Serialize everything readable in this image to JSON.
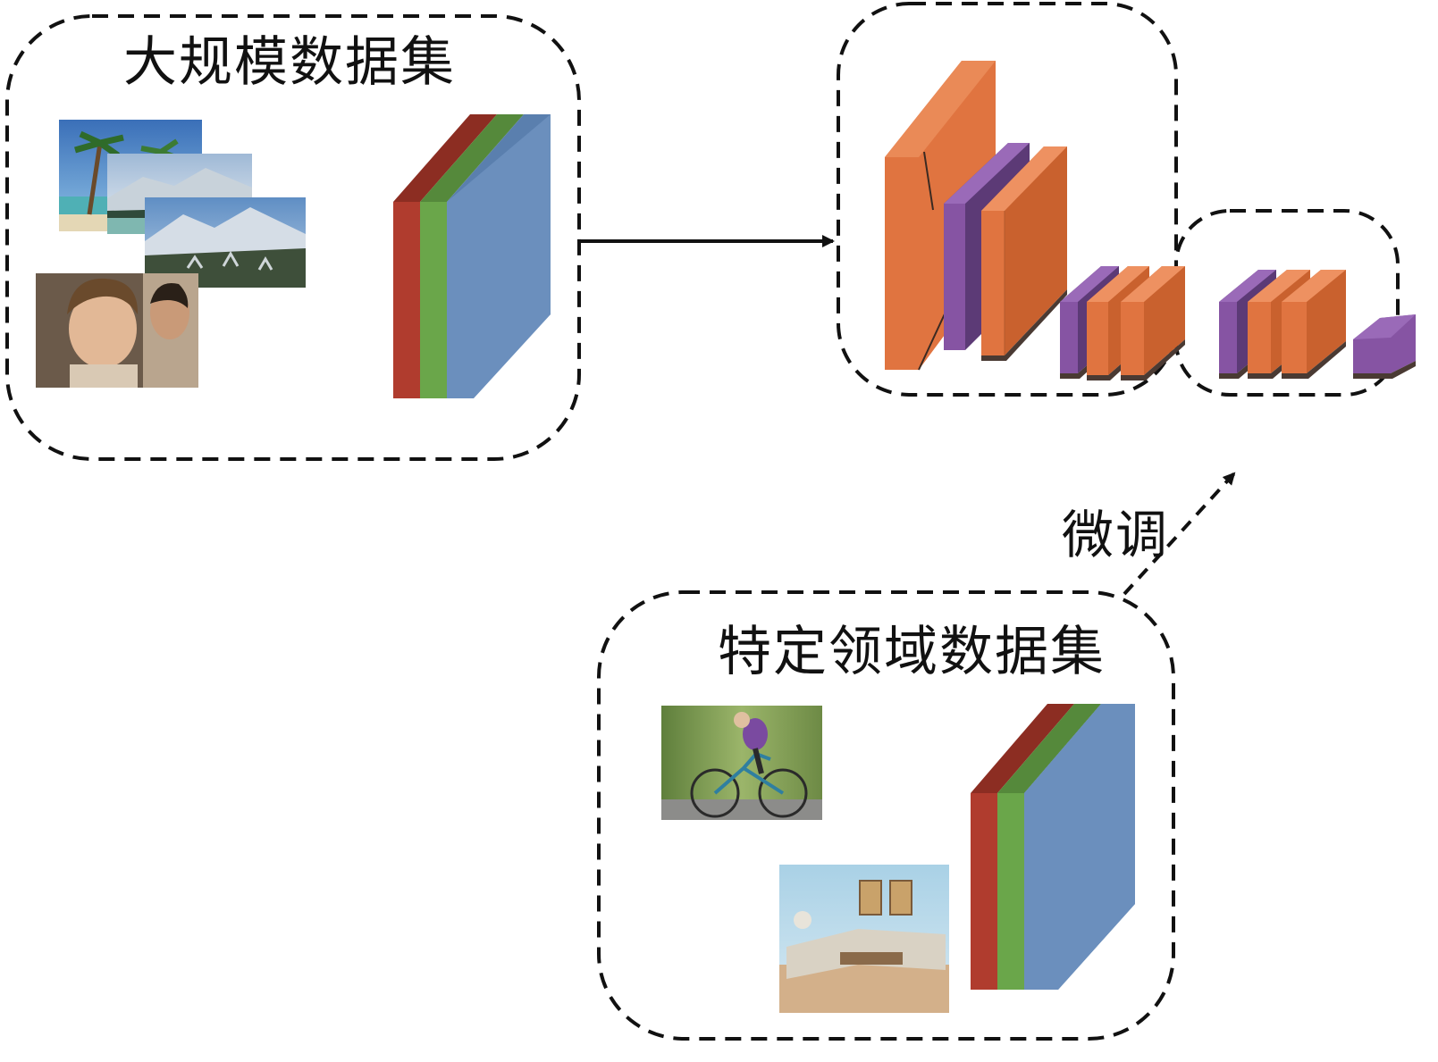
{
  "labels": {
    "large_dataset": "大规模数据集",
    "domain_dataset": "特定领域数据集",
    "finetune": "微调"
  },
  "colors": {
    "layer_red": "#b03c2e",
    "layer_green": "#6aa64a",
    "layer_blue": "#6b8fbd",
    "conv_orange": "#e07440",
    "conv_purple": "#8654a3",
    "block_shadow": "#4a3a33",
    "line": "#111111"
  },
  "icons": {
    "photo_palm_beach": "palm-beach-photo-icon",
    "photo_snow_mountain": "snow-mountain-photo-icon",
    "photo_mountain_valley": "mountain-valley-photo-icon",
    "photo_portrait": "portrait-photo-icon",
    "photo_cyclist": "cyclist-photo-icon",
    "photo_living_room": "living-room-photo-icon"
  }
}
